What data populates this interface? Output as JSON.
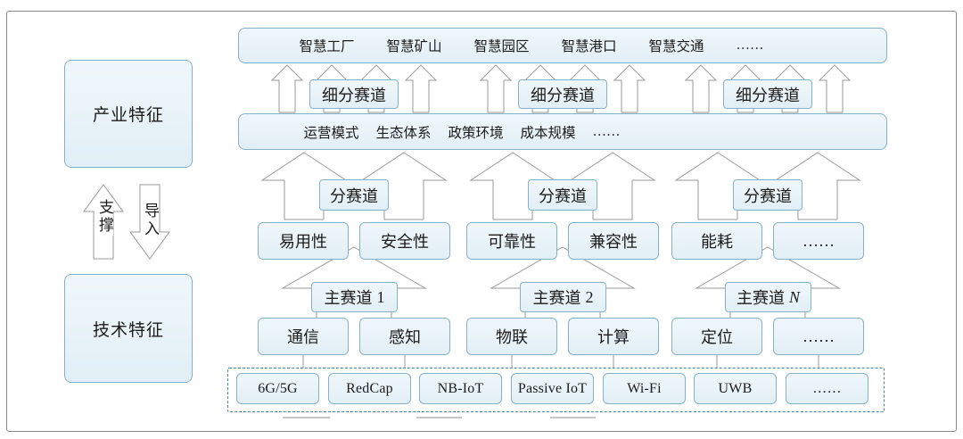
{
  "palette": {
    "box_fill": "#eaf4f9",
    "box_border": "#85b2c8",
    "dashed_border": "#4d7fae",
    "arrow_stroke": "#9a9a9a",
    "frame_border": "#8a8a8a",
    "text": "#1b1b1b"
  },
  "left_panel": {
    "industry_label": "产业特征",
    "technology_label": "技术特征",
    "support_arrow_label": "支撑",
    "import_arrow_label": "导入"
  },
  "application_bar": {
    "items": [
      "智慧工厂",
      "智慧矿山",
      "智慧园区",
      "智慧港口",
      "智慧交通",
      "……"
    ]
  },
  "segment_track_boxes": [
    "细分赛道",
    "细分赛道",
    "细分赛道"
  ],
  "industry_factor_bar": {
    "items": [
      "运营模式",
      "生态体系",
      "政策环境",
      "成本规模",
      "……"
    ]
  },
  "sub_track_boxes": [
    "分赛道",
    "分赛道",
    "分赛道"
  ],
  "attribute_row": [
    "易用性",
    "安全性",
    "可靠性",
    "兼容性",
    "能耗",
    "……"
  ],
  "main_tracks": [
    {
      "prefix": "主赛道",
      "suffix": "1"
    },
    {
      "prefix": "主赛道",
      "suffix": "2"
    },
    {
      "prefix": "主赛道",
      "suffix": "N"
    }
  ],
  "tech_category_row": [
    "通信",
    "感知",
    "物联",
    "计算",
    "定位",
    "……"
  ],
  "tech_row": [
    "6G/5G",
    "RedCap",
    "NB-IoT",
    "Passive IoT",
    "Wi-Fi",
    "UWB",
    "……"
  ]
}
